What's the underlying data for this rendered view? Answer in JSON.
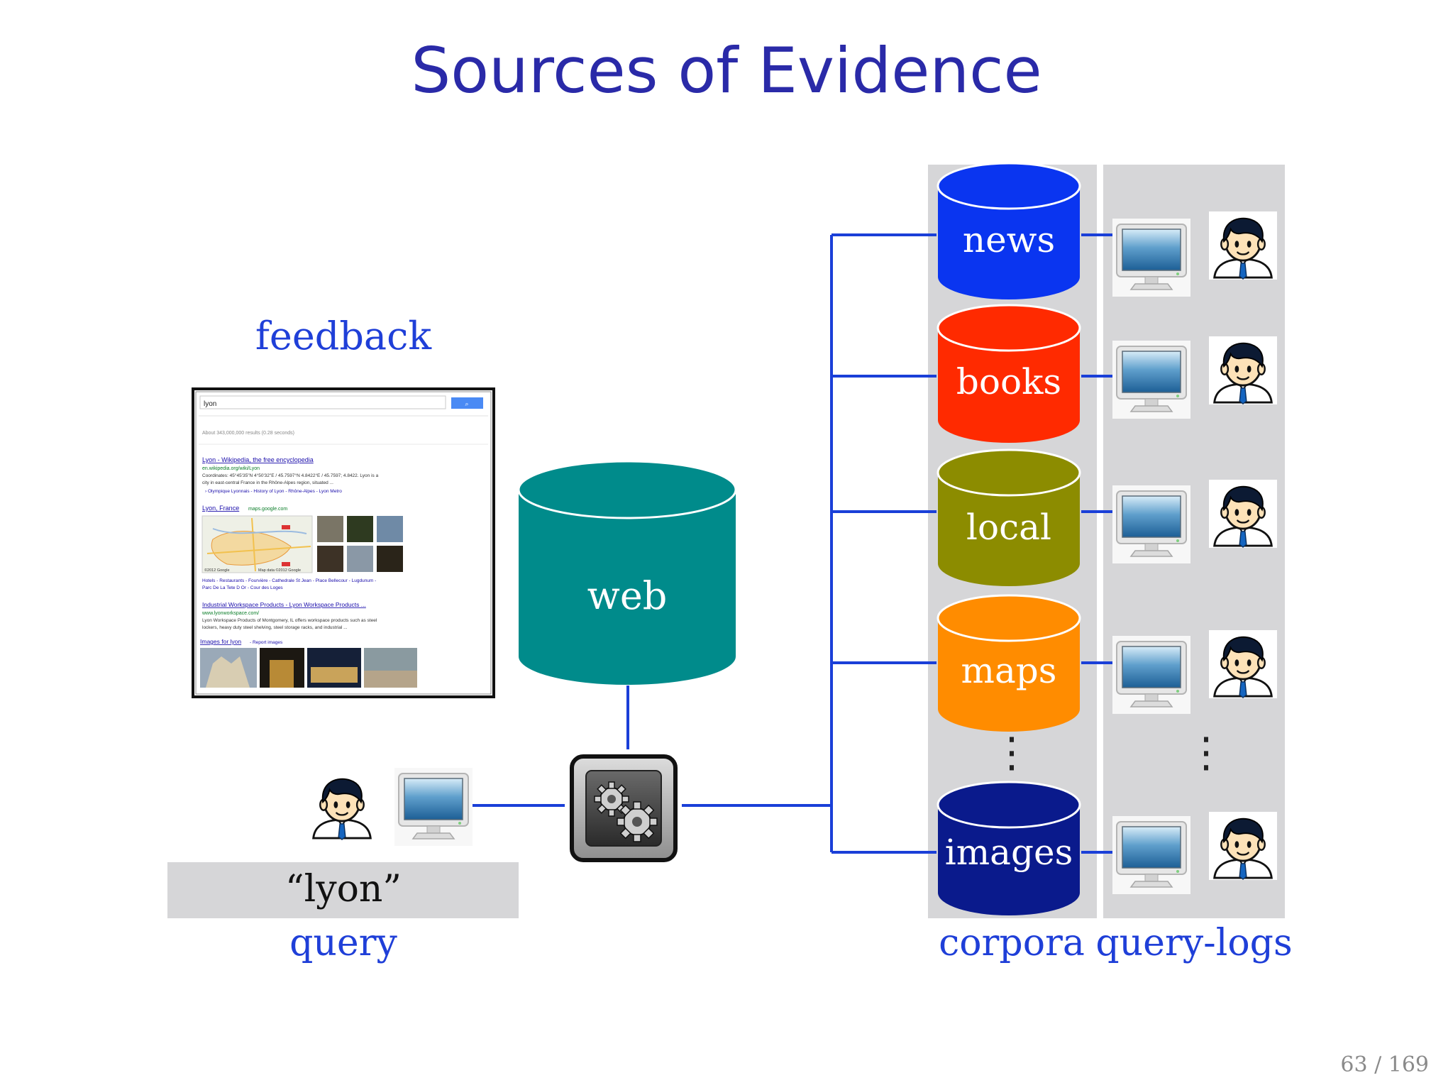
{
  "slide": {
    "title": "Sources of Evidence",
    "page_number": "63 / 169"
  },
  "feedback": {
    "label": "feedback",
    "serp": {
      "query": "lyon",
      "result_stats": "About 343,000,000 results (0.28 seconds)",
      "results": [
        {
          "title": "Lyon - Wikipedia, the free encyclopedia",
          "url": "en.wikipedia.org/wiki/Lyon",
          "snippet_lines": [
            "Coordinates: 45°45'35\"N 4°50'32\"E / 45.7597°N 4.8422°E / 45.7597; 4.8422. Lyon is a",
            "city in east-central France in the Rhône-Alpes region, situated ...",
            "› Olympique Lyonnais - History of Lyon - Rhône-Alpes - Lyon Metro"
          ]
        },
        {
          "title": "Lyon, France",
          "url": "maps.google.com",
          "map_copyright": "©2012 Google",
          "map_data": "Map data ©2012 Google",
          "links_line_1": "Hotels - Restaurants - Fourvière - Cathedrale St Jean - Place Bellecour - Lugdunum -",
          "links_line_2": "Parc De La Tete D Or - Cour des Loges"
        },
        {
          "title": "Industrial Workspace Products - Lyon Workspace Products ...",
          "url": "www.lyonworkspace.com/",
          "snippet_lines": [
            "Lyon Workspace Products of Montgomery, IL offers workspace products such as steel",
            "lockers, heavy duty steel shelving, steel storage racks, and industrial ..."
          ]
        }
      ],
      "images_header": "Images for lyon",
      "images_report": "- Report images"
    }
  },
  "query": {
    "text": "“lyon”",
    "label": "query",
    "user_icon": "user-icon",
    "computer_icon": "computer-icon"
  },
  "engine": {
    "icon": "gears-icon"
  },
  "web": {
    "label": "web",
    "color": "#008b8b"
  },
  "corpora": {
    "label": "corpora",
    "items": [
      {
        "label": "news",
        "color": "#0a35f0"
      },
      {
        "label": "books",
        "color": "#ff2a00"
      },
      {
        "label": "local",
        "color": "#8c8c00"
      },
      {
        "label": "maps",
        "color": "#ff8c00"
      },
      {
        "label": "images",
        "color": "#0a1a8c"
      }
    ],
    "ellipsis": "⋮"
  },
  "query_logs": {
    "label": "query-logs",
    "ellipsis": "⋮"
  },
  "colors": {
    "title": "#2a2aa8",
    "label_blue": "#1f3fd8",
    "connector": "#1a3fd8",
    "panel_grey": "#d6d6d8"
  }
}
